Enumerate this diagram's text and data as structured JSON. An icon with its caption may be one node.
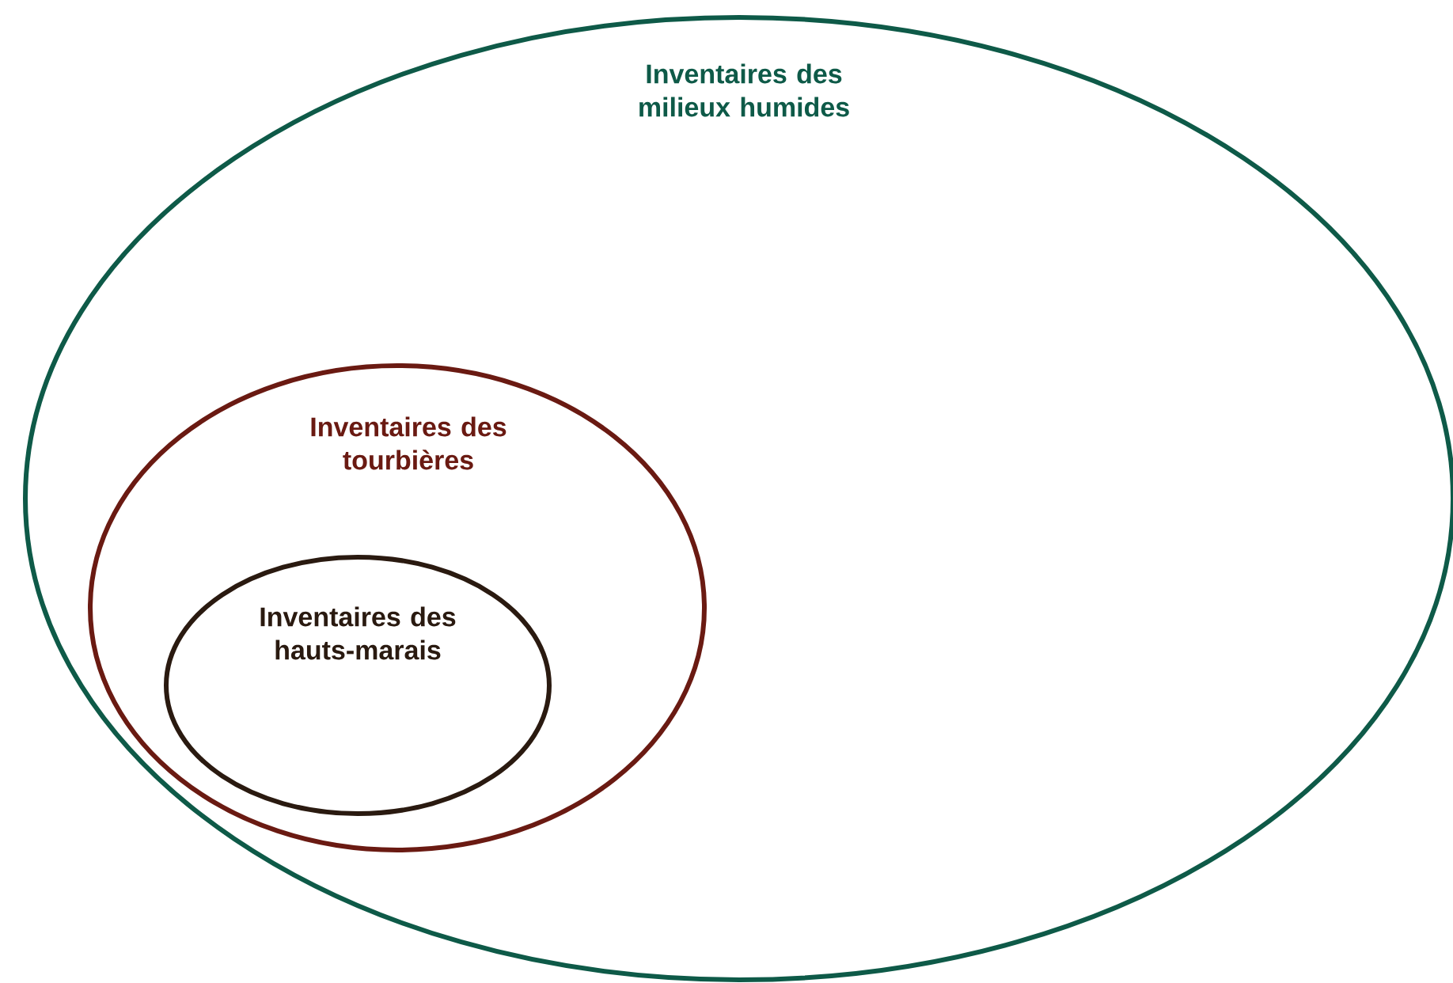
{
  "diagram": {
    "nodes": [
      {
        "text": [
          "Inventaires des milieux humides"
        ]
      },
      {
        "text": [
          "Inventaires des tourbières"
        ],
        "in": 0
      },
      {
        "text": [
          "Inventaires des hauts-marais"
        ],
        "in": 1
      }
    ]
  }
}
